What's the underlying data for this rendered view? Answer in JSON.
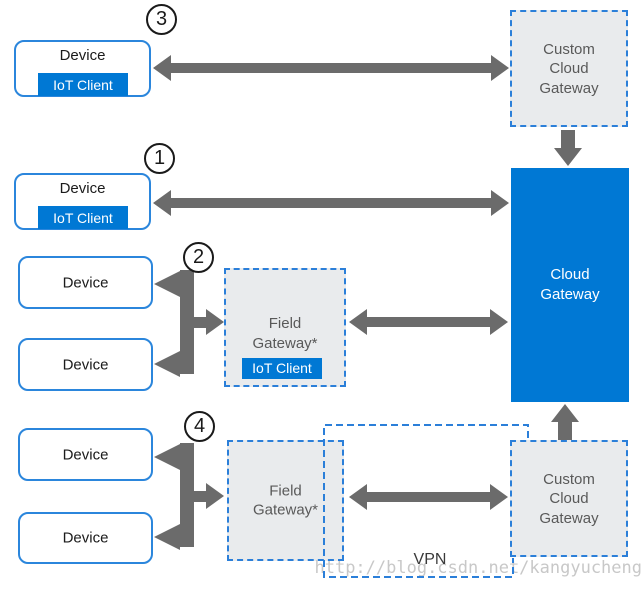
{
  "cloud_gateway_label": "Cloud Gateway",
  "vpn_label": "VPN",
  "watermark": "http://blog.csdn.net/kangyucheng",
  "patterns": [
    {
      "number": "3",
      "devices": [
        {
          "label": "Device",
          "client": "IoT Client"
        }
      ],
      "custom_cloud_gateway": "Custom Cloud Gateway"
    },
    {
      "number": "1",
      "devices": [
        {
          "label": "Device",
          "client": "IoT Client"
        }
      ]
    },
    {
      "number": "2",
      "devices": [
        {
          "label": "Device"
        },
        {
          "label": "Device"
        }
      ],
      "field_gateway": "Field Gateway*",
      "field_gateway_client": "IoT Client"
    },
    {
      "number": "4",
      "devices": [
        {
          "label": "Device"
        },
        {
          "label": "Device"
        }
      ],
      "field_gateway": "Field Gateway*",
      "custom_cloud_gateway": "Custom Cloud Gateway"
    }
  ],
  "colors": {
    "accent_blue": "#0078d4",
    "device_border_blue": "#2b86dc",
    "dashed_border_blue": "#2b7fd9",
    "box_fill_gray": "#e9ebed",
    "arrow_gray": "#6b6b6b",
    "text_dark": "#1b1b1b",
    "text_gray": "#595959",
    "watermark_gray": "#c8c8c8"
  }
}
